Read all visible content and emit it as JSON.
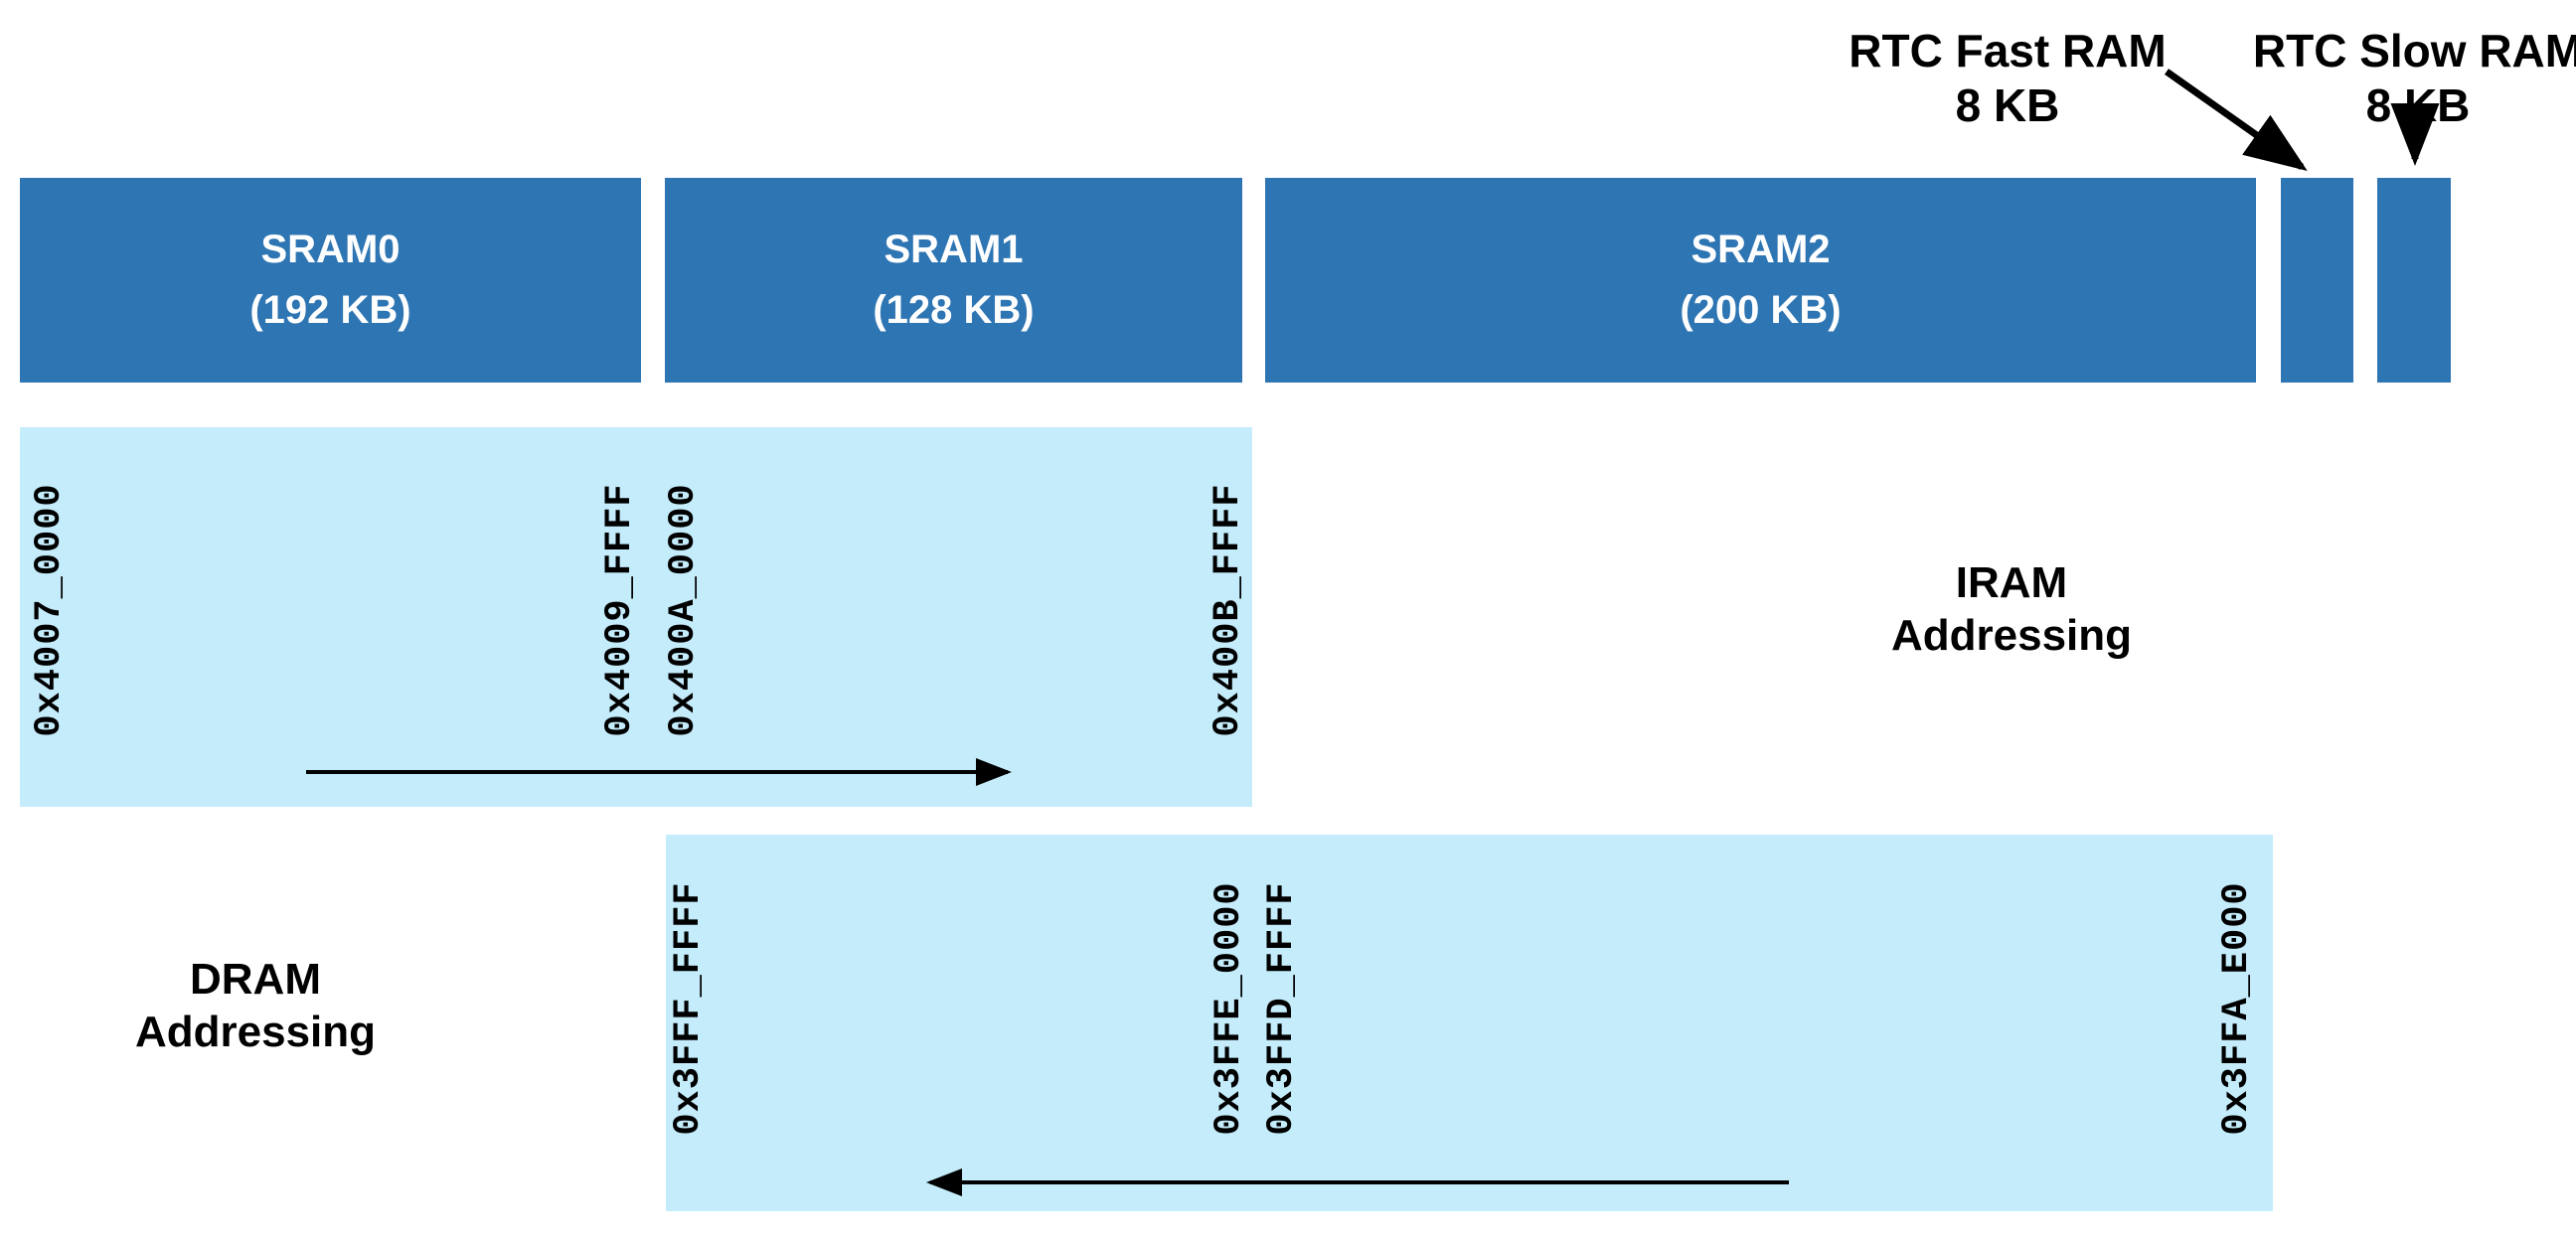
{
  "colors": {
    "block_blue": "#2E75B3",
    "panel_light_blue": "#C4ECFB",
    "text_black": "#000000",
    "block_text_white": "#ffffff"
  },
  "sram_blocks": [
    {
      "name": "SRAM0",
      "size": "(192 KB)"
    },
    {
      "name": "SRAM1",
      "size": "(128 KB)"
    },
    {
      "name": "SRAM2",
      "size": "(200 KB)"
    }
  ],
  "rtc_labels": [
    {
      "line1": "RTC Fast RAM",
      "line2": "8 KB"
    },
    {
      "line1": "RTC Slow RAM",
      "line2": "8 KB"
    }
  ],
  "iram": {
    "caption_line1": "IRAM",
    "caption_line2": "Addressing",
    "addresses": [
      "0x4007_0000",
      "0x4009_FFFF",
      "0x400A_0000",
      "0x400B_FFFF"
    ]
  },
  "dram": {
    "caption_line1": "DRAM",
    "caption_line2": "Addressing",
    "addresses": [
      "0x3FFF_FFFF",
      "0x3FFE_0000",
      "0x3FFD_FFFF",
      "0x3FFA_E000"
    ]
  }
}
